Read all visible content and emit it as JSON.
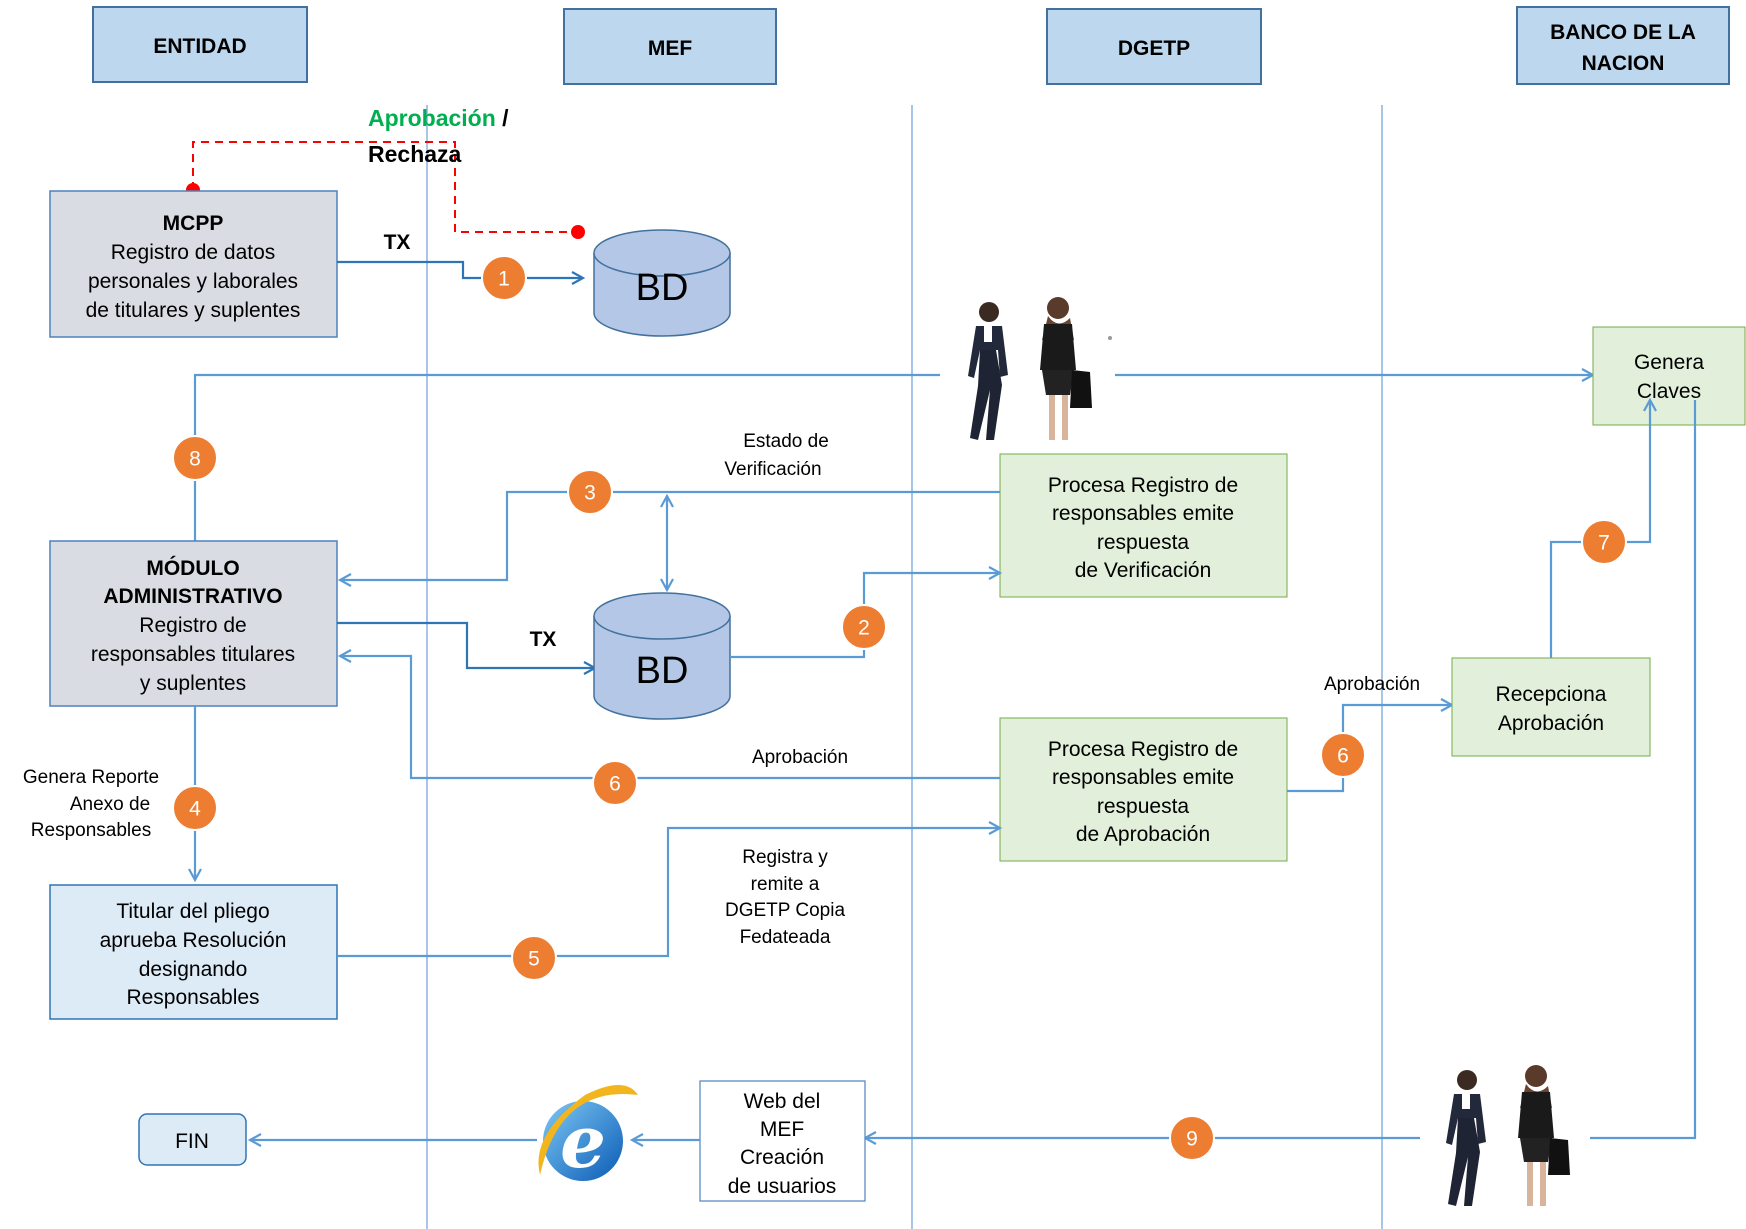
{
  "lanes": {
    "entidad": "ENTIDAD",
    "mef": "MEF",
    "dgetp": "DGETP",
    "banco_l1": "BANCO DE LA",
    "banco_l2": "NACION"
  },
  "notes": {
    "aprobacion": "Aprobación",
    "slash": " /",
    "rechaza": "Rechaza"
  },
  "boxes": {
    "mcpp": {
      "title": "MCPP",
      "l1": "Registro de datos",
      "l2": "personales y laborales",
      "l3": "de titulares y suplentes"
    },
    "modulo": {
      "t1": "MÓDULO",
      "t2": "ADMINISTRATIVO",
      "l1": "Registro de",
      "l2": "responsables titulares",
      "l3": "y suplentes"
    },
    "titular": {
      "l1": "Titular del pliego",
      "l2": "aprueba Resolución",
      "l3": "designando",
      "l4": "Responsables"
    },
    "fin": "FIN",
    "verif": {
      "l1": "Procesa Registro de",
      "l2": "responsables emite",
      "l3": "respuesta",
      "l4": "de Verificación"
    },
    "aprob": {
      "l1": "Procesa Registro de",
      "l2": "responsables emite",
      "l3": "respuesta",
      "l4": "de Aprobación"
    },
    "genera": {
      "l1": "Genera",
      "l2": "Claves"
    },
    "recep": {
      "l1": "Recepciona",
      "l2": "Aprobación"
    },
    "web": {
      "l1": "Web del",
      "l2": "MEF",
      "l3": "Creación",
      "l4": "de usuarios"
    }
  },
  "db": {
    "db1": "BD",
    "db2": "BD"
  },
  "labels": {
    "tx1": "TX",
    "tx2": "TX",
    "estado_l1": "Estado de",
    "estado_l2": "Verificación",
    "aprobacion_mid": "Aprobación",
    "aprobacion_right": "Aprobación",
    "reporte_l1": "Genera Reporte",
    "reporte_l2": "Anexo de",
    "reporte_l3": "Responsables",
    "registra_l1": "Registra y",
    "registra_l2": "remite a",
    "registra_l3": "DGETP Copia",
    "registra_l4": "Fedateada"
  },
  "steps": [
    "1",
    "2",
    "3",
    "4",
    "5",
    "6",
    "6",
    "7",
    "8",
    "9"
  ],
  "colors": {
    "badge": "#ed7d31",
    "flow": "#2e75b6",
    "approve_text": "#00b050",
    "reject_text": "#ff0000"
  }
}
